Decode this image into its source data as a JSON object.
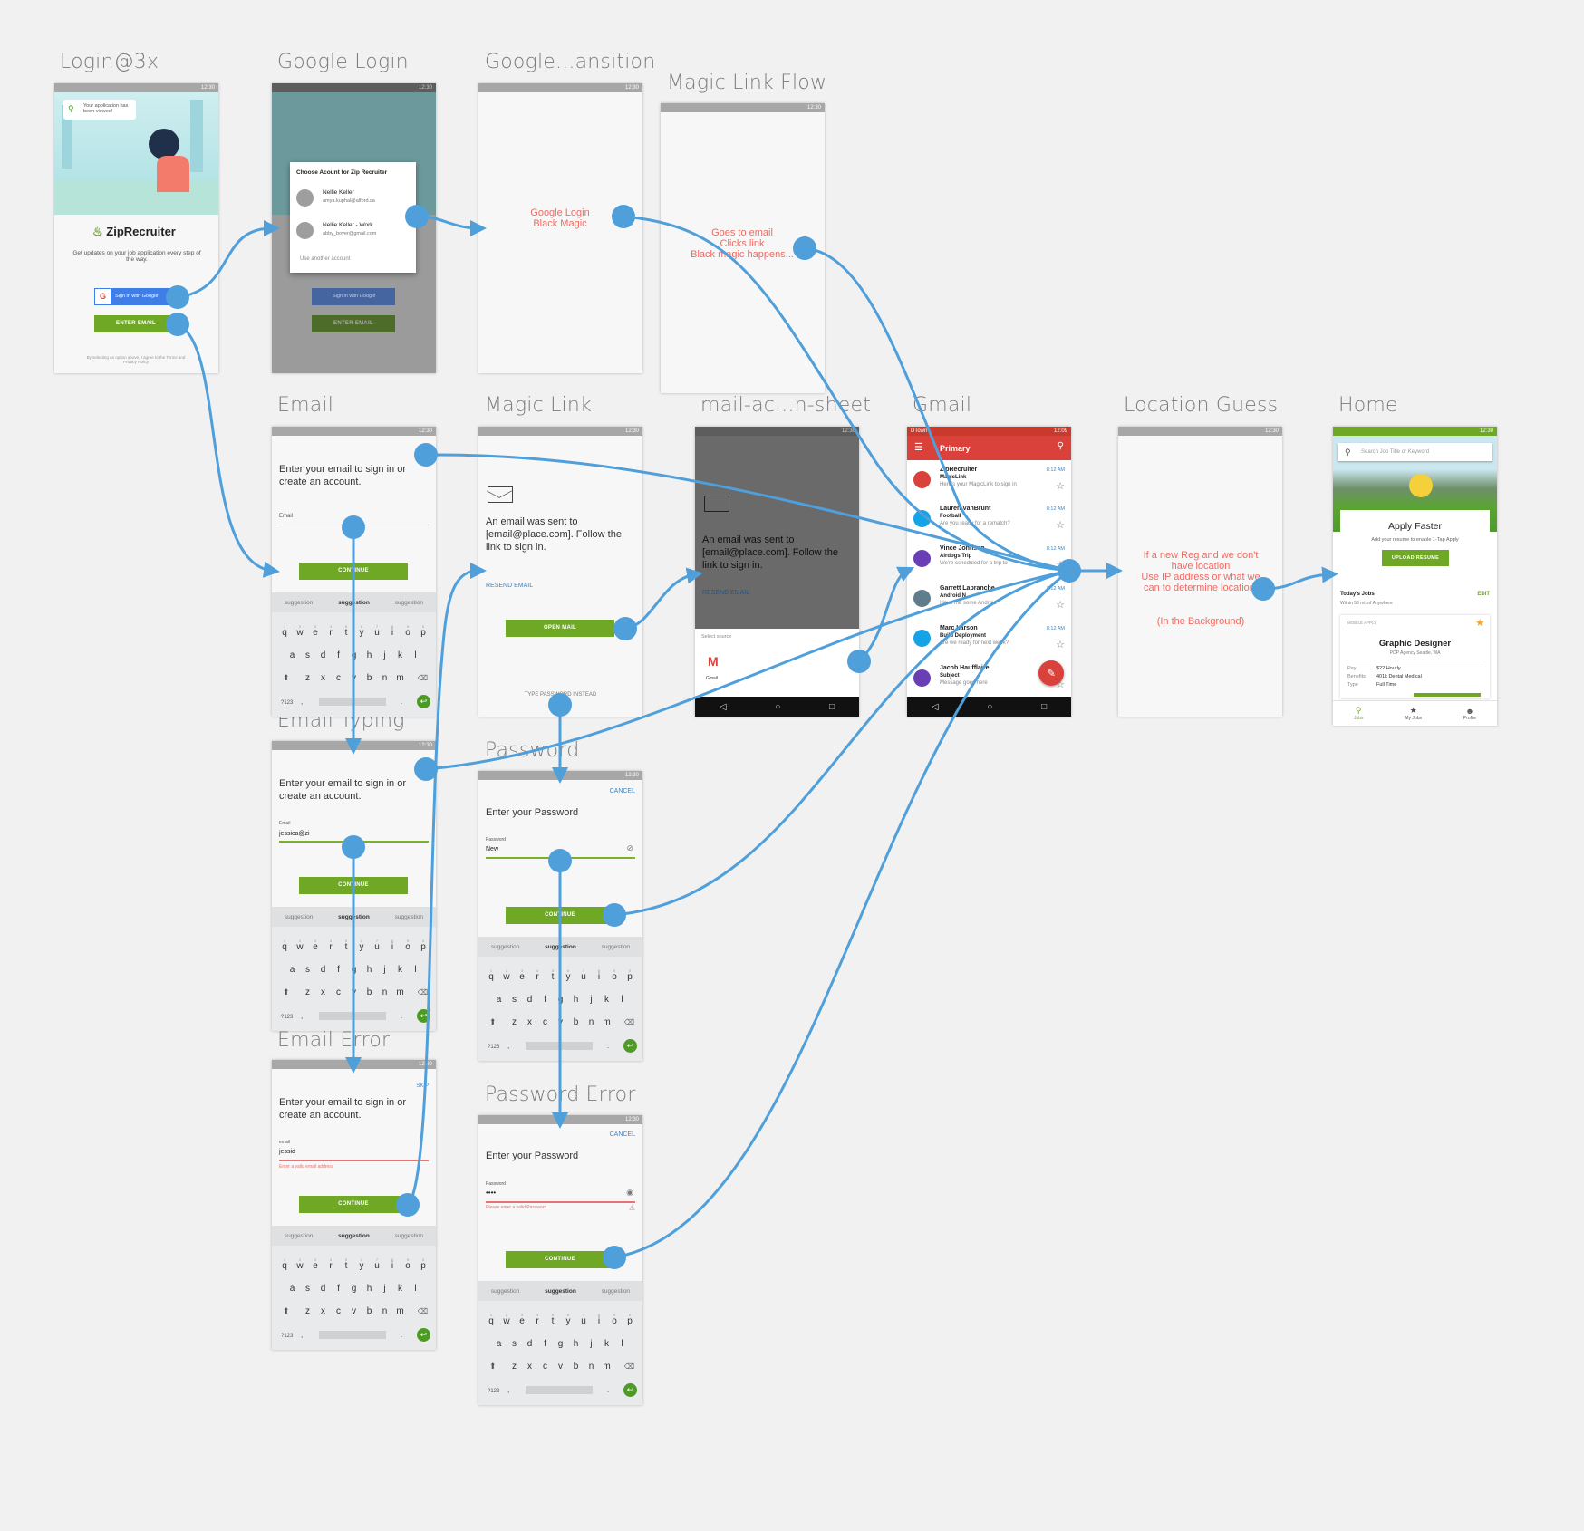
{
  "titles": {
    "login": "Login@3x",
    "google_login": "Google Login",
    "google_transition": "Google...ansition",
    "magic_link_flow": "Magic Link Flow",
    "email": "Email",
    "magic_link": "Magic Link",
    "mail_action_sheet": "mail-ac...n-sheet",
    "gmail": "Gmail",
    "location_guess": "Location Guess",
    "home": "Home",
    "email_typing": "Email Typing",
    "password": "Password",
    "email_error": "Email Error",
    "password_error": "Password Error"
  },
  "status_time": "12:30",
  "login": {
    "search_bubble": "Your application has been viewed!",
    "logo": "ZipRecruiter",
    "tagline": "Get updates on your job application every step of the way.",
    "google_btn": "Sign in with Google",
    "enter_email_btn": "ENTER EMAIL",
    "legal": "By selecting an option above, I agree to the Terms and Privacy Policy"
  },
  "google_login": {
    "dialog_title": "Choose Acount for Zip Recruiter",
    "accounts": [
      {
        "name": "Nellie Keller",
        "email": "amya.kuphal@alford.ca"
      },
      {
        "name": "Nellie Keller - Work",
        "email": "abby_boyer@gmail.com"
      }
    ],
    "another": "Use another account",
    "google_btn": "Sign in with Google",
    "enter_email_btn": "ENTER EMAIL"
  },
  "google_transition": {
    "note": "Google Login\nBlack Magic"
  },
  "magic_link_flow": {
    "note": "Goes to email\nClicks link\nBlack magic happens..."
  },
  "email": {
    "prompt": "Enter your email to sign in or create an account.",
    "field_label": "Email",
    "continue_btn": "CONTINUE"
  },
  "keyboard": {
    "suggestions": [
      "suggestion",
      "suggestion",
      "suggestion"
    ],
    "row1": [
      "q",
      "w",
      "e",
      "r",
      "t",
      "y",
      "u",
      "i",
      "o",
      "p"
    ],
    "row1_nums": [
      "1",
      "2",
      "3",
      "4",
      "5",
      "6",
      "7",
      "8",
      "9",
      "0"
    ],
    "row2": [
      "a",
      "s",
      "d",
      "f",
      "g",
      "h",
      "j",
      "k",
      "l"
    ],
    "row3": [
      "z",
      "x",
      "c",
      "v",
      "b",
      "n",
      "m"
    ],
    "mode_key": "?123",
    "comma": ",",
    "period": "."
  },
  "magic_link": {
    "message": "An email was sent to [email@place.com]. Follow the link to sign in.",
    "resend": "RESEND EMAIL",
    "open_mail_btn": "OPEN MAIL",
    "type_password": "TYPE PASSWORD INSTEAD"
  },
  "mail_sheet": {
    "message": "An email was sent to [email@place.com]. Follow the link to sign in.",
    "resend": "RESEND EMAIL",
    "select_source": "Select source",
    "app": "Gmail"
  },
  "gmail": {
    "carrier": "DTown",
    "time": "12:09",
    "folder": "Primary",
    "messages": [
      {
        "from": "ZipRecruiter",
        "subject": "MagicLink",
        "preview": "Here's your MagicLink to sign in",
        "time": "8:12 AM",
        "color": "#d9413a"
      },
      {
        "from": "Lauren VanBrunt",
        "subject": "Football",
        "preview": "Are you ready for a rematch?",
        "time": "8:12 AM",
        "color": "#13a3e6"
      },
      {
        "from": "Vince Johnson",
        "subject": "Airdogs Trip",
        "preview": "We're scheduled for a trip to",
        "time": "8:12 AM",
        "color": "#6a3fb5"
      },
      {
        "from": "Garrett Labranche",
        "subject": "Android N",
        "preview": "I love me some Android",
        "time": "8:12 AM",
        "color": "#607d8b"
      },
      {
        "from": "Marc Larson",
        "subject": "Build Deployment",
        "preview": "Are we ready for next week?",
        "time": "8:12 AM",
        "color": "#13a3e6"
      },
      {
        "from": "Jacob Haufflaire",
        "subject": "Subject",
        "preview": "Message goes here",
        "time": "",
        "color": "#6a3fb5"
      }
    ]
  },
  "location_guess": {
    "note": "If a new Reg and we don't have location\nUse IP address or what we can to determine location.",
    "note2": "(In the Background)"
  },
  "home": {
    "search_placeholder": "Search Job Title or Keyword",
    "apply_title": "Apply Faster",
    "apply_sub": "Add your resume to enable 1-Tap Apply",
    "upload_btn": "UPLOAD RESUME",
    "todays_jobs": "Today's Jobs",
    "within": "Within 50 mi. of Anywhere",
    "edit": "EDIT",
    "badge": "MOBILE APPLY",
    "job_title": "Graphic Designer",
    "job_company": "POP Agency Seattle, WA",
    "details": [
      {
        "k": "Pay",
        "v": "$22 Hourly"
      },
      {
        "k": "Benefits",
        "v": "401k Dental Medical"
      },
      {
        "k": "Type",
        "v": "Full Time"
      }
    ],
    "tabs": [
      "Jobs",
      "My Jobs",
      "Profile"
    ]
  },
  "email_typing": {
    "prompt": "Enter your email to sign in or create an account.",
    "field_label": "Email",
    "value": "jessica@zi",
    "continue_btn": "CONTINUE"
  },
  "password": {
    "cancel": "CANCEL",
    "prompt": "Enter your Password",
    "field_label": "Password",
    "value": "New",
    "continue_btn": "CONTINUE"
  },
  "email_error": {
    "skip": "SKIP",
    "prompt": "Enter your email to sign in or create an account.",
    "field_label": "email",
    "value": "jessid",
    "error": "Enter a valid email address",
    "continue_btn": "CONTINUE"
  },
  "password_error": {
    "cancel": "CANCEL",
    "prompt": "Enter your Password",
    "field_label": "Password",
    "value": "••••",
    "error": "Please enter a valid Password",
    "continue_btn": "CONTINUE"
  },
  "colors": {
    "flow": "#4f9fdb",
    "green": "#6ea825",
    "note_red": "#ef6b63",
    "gmail_red": "#d9413a"
  }
}
